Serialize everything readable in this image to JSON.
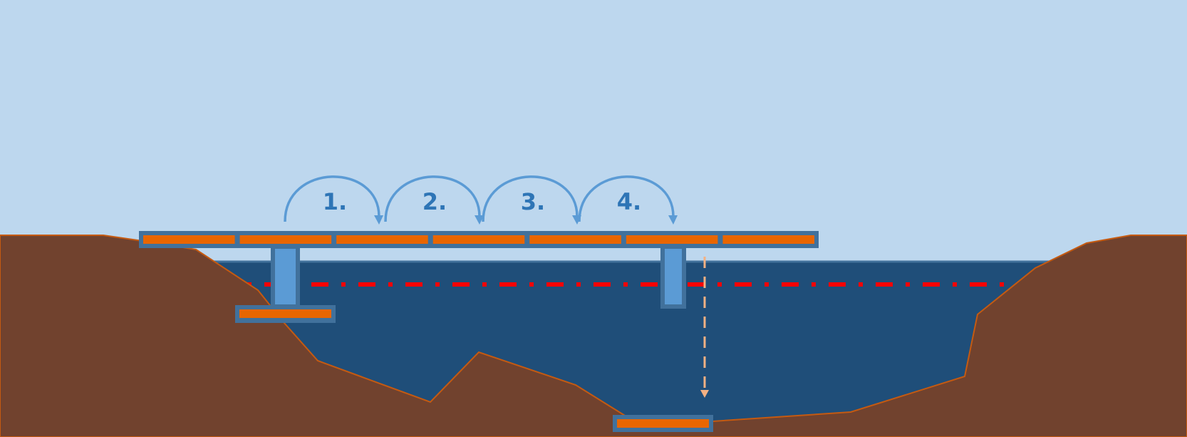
{
  "diagram": {
    "steps": [
      {
        "label": "1."
      },
      {
        "label": "2."
      },
      {
        "label": "3."
      },
      {
        "label": "4."
      }
    ],
    "colors": {
      "sky": "#bdd7ee",
      "water": "#1f4e79",
      "water_surface": "#41719c",
      "ground": "#71422e",
      "ground_outline": "#c55a11",
      "segment_fill": "#e96600",
      "segment_frame": "#41719c",
      "pier": "#5b9bd5",
      "arrow": "#5b9bd5",
      "reference_line": "#ff0000",
      "lowering_line": "#f4b183"
    },
    "deck_segments": 7
  }
}
